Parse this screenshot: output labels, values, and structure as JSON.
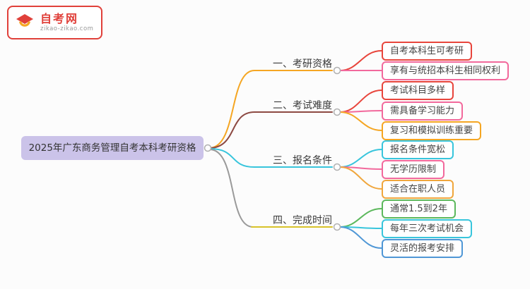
{
  "logo": {
    "name": "自考网",
    "domain": "zikao-zikao.com",
    "border_color": "#e0403a",
    "text_color": "#e0403a",
    "icon_red": "#e0403a",
    "icon_orange": "#f5a623"
  },
  "central": {
    "label": "2025年广东商务管理自考本科考研资格",
    "bg_color": "#cbc3e9",
    "text_color": "#333333"
  },
  "branches": [
    {
      "label": "一、考研资格",
      "color": "#f5a623",
      "leaves": [
        {
          "text": "自考本科生可考研",
          "color": "#e8453c"
        },
        {
          "text": "享有与统招本科生相同权利",
          "color": "#f2699c"
        }
      ]
    },
    {
      "label": "二、考试难度",
      "color": "#8d4a43",
      "leaves": [
        {
          "text": "考试科目多样",
          "color": "#e8453c"
        },
        {
          "text": "需具备学习能力",
          "color": "#f2699c"
        },
        {
          "text": "复习和模拟训练重要",
          "color": "#f5a623"
        }
      ]
    },
    {
      "label": "三、报名条件",
      "color": "#38c5dc",
      "leaves": [
        {
          "text": "报名条件宽松",
          "color": "#38c5dc"
        },
        {
          "text": "无学历限制",
          "color": "#f2699c"
        },
        {
          "text": "适合在职人员",
          "color": "#f0a63c"
        }
      ]
    },
    {
      "label": "四、完成时间",
      "color": "#d8c32a",
      "trunk_color": "#9a9a9a",
      "leaves": [
        {
          "text": "通常1.5到2年",
          "color": "#5cb85c"
        },
        {
          "text": "每年三次考试机会",
          "color": "#38c5dc"
        },
        {
          "text": "灵活的报考安排",
          "color": "#4f97d6"
        }
      ]
    }
  ]
}
